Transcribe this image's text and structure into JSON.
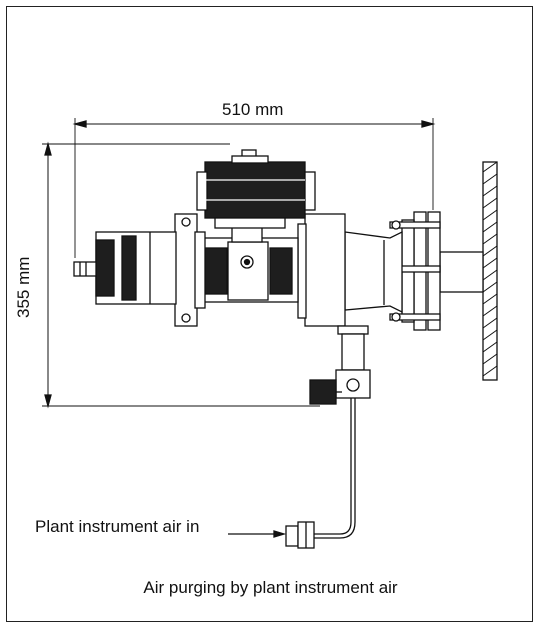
{
  "dimensions": {
    "width_label": "510 mm",
    "height_label": "355 mm"
  },
  "labels": {
    "air_in": "Plant instrument air in",
    "caption": "Air purging by plant instrument air"
  },
  "colors": {
    "line": "#111111",
    "fill_dark": "#1e1e1e",
    "fill_light": "#ffffff"
  }
}
